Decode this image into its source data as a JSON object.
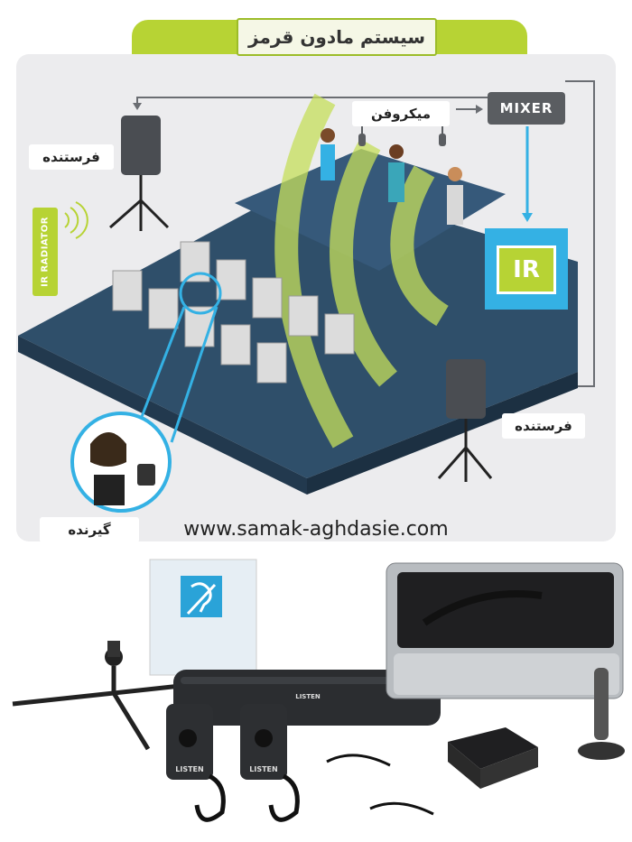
{
  "title": "سیستم مادون قرمز",
  "labels": {
    "microphone": "میکروفن",
    "mixer": "MIXER",
    "transmitter_left": "فرستنده",
    "transmitter_right": "فرستنده",
    "receiver": "گیرنده",
    "ir_radiator": "IR RADIATOR",
    "ir": "IR"
  },
  "website": "www.samak-aghdasie.com",
  "product_brand": "LISTEN",
  "colors": {
    "accent_green": "#b7d334",
    "ir_blue": "#34b1e4",
    "floor_blue": "#2f4f6a",
    "mixer_gray": "#5a5d61"
  }
}
